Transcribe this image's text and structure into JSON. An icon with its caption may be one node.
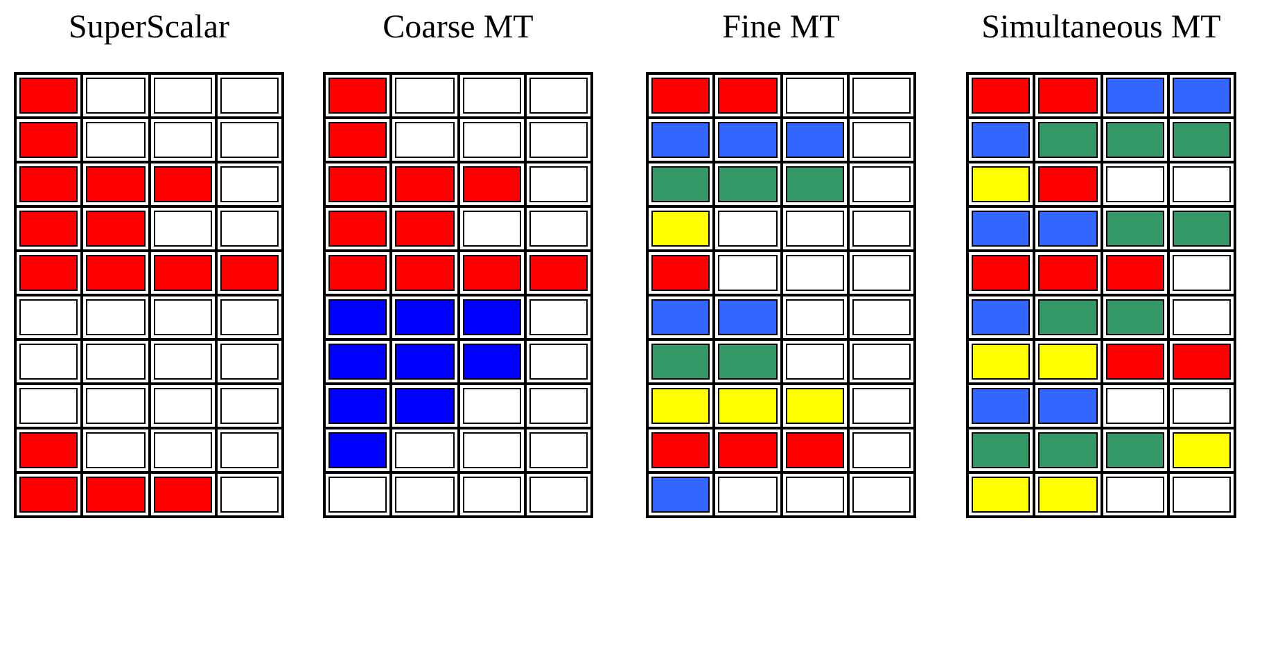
{
  "diagram": {
    "nodes": [
      {
        "text": [
          "SuperScalar"
        ]
      },
      {
        "text": [
          "Coarse MT"
        ]
      },
      {
        "text": [
          "Fine MT"
        ]
      },
      {
        "text": [
          "Simultaneous MT"
        ]
      }
    ]
  }
}
